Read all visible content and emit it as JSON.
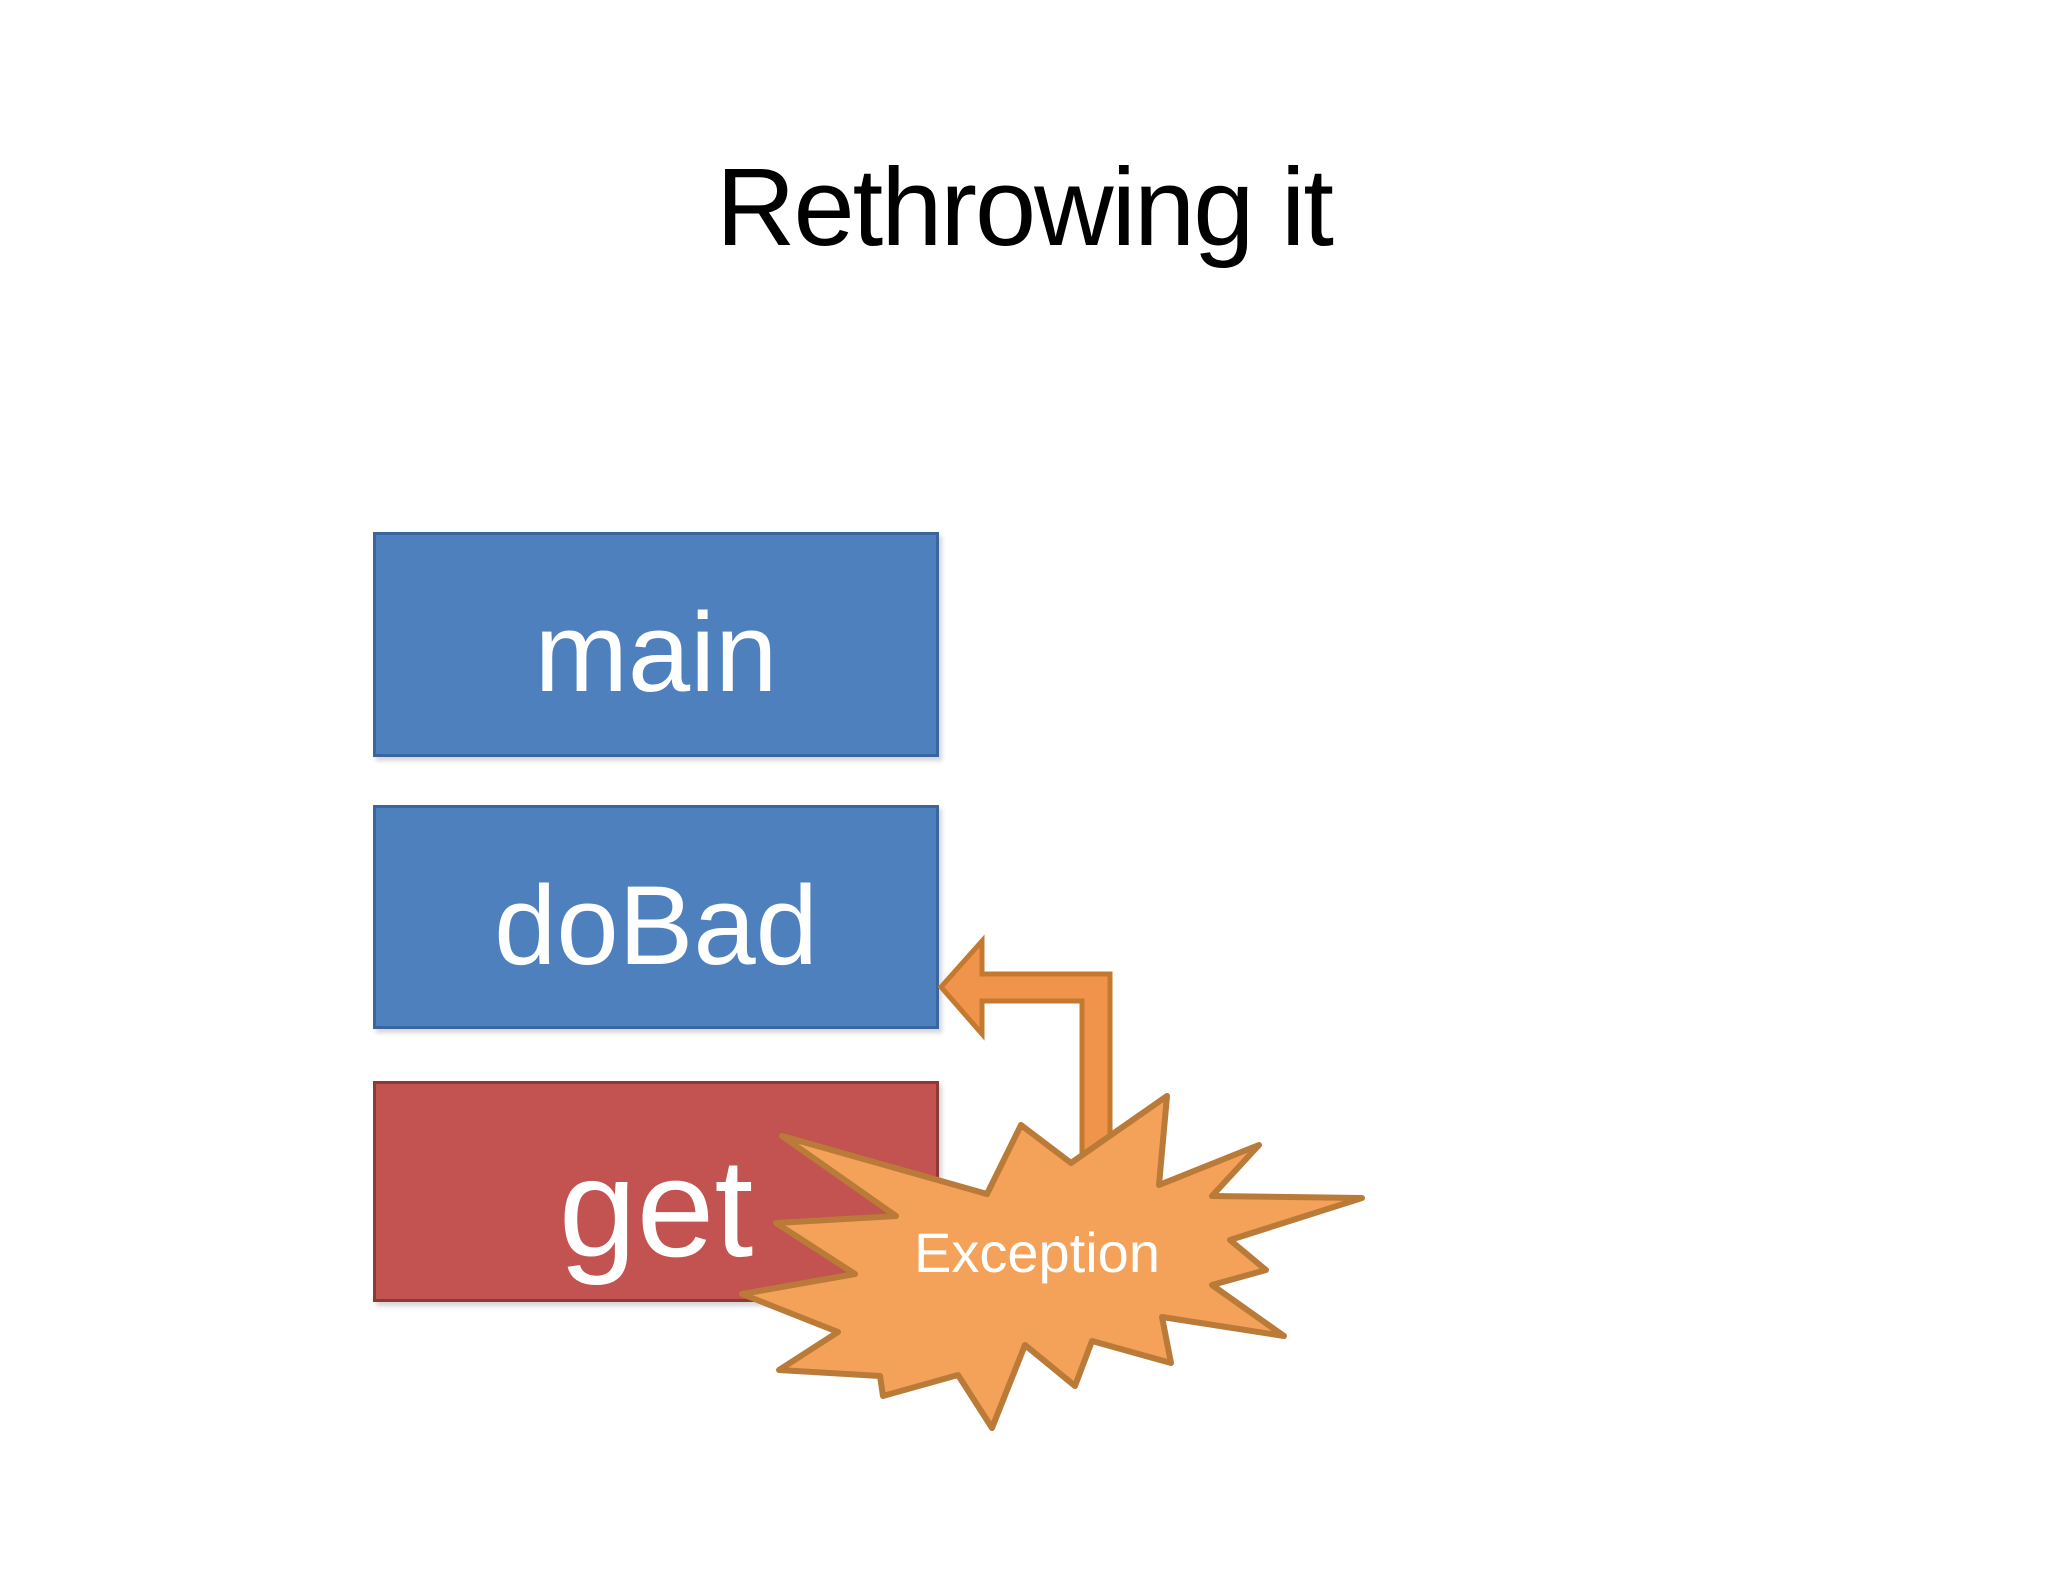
{
  "slide": {
    "title": "Rethrowing it",
    "background": "#ffffff"
  },
  "stack_frames": [
    {
      "label": "main"
    },
    {
      "label": "doBad"
    },
    {
      "label": "get"
    }
  ],
  "exception": {
    "label": "Exception"
  },
  "colors": {
    "frame_blue_fill": "#4e80be",
    "frame_blue_border": "#3a659f",
    "frame_red_fill": "#c25350",
    "frame_red_border": "#8e3936",
    "arrow_fill": "#f0944c",
    "arrow_outline": "#c4792e",
    "burst_fill": "#f4a159",
    "burst_outline": "#ba7a38",
    "label_text": "#ffffff",
    "title_text": "#000000"
  }
}
